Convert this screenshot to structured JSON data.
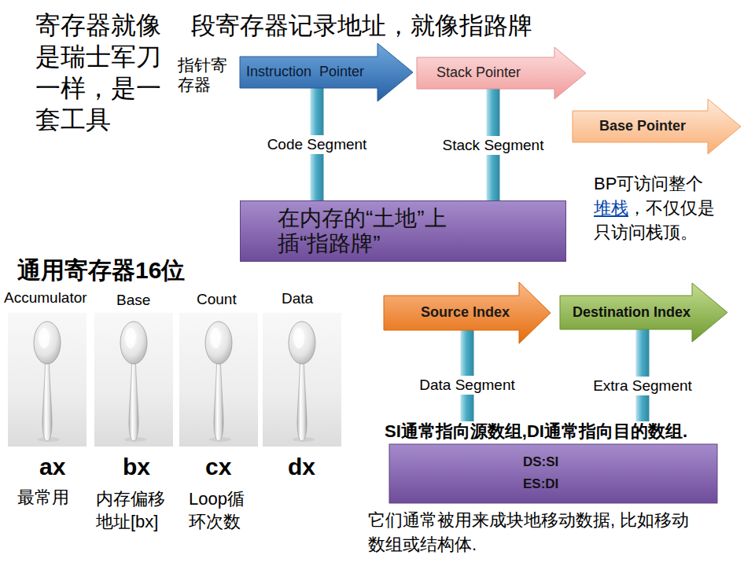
{
  "diagram": {
    "nodes": [
      {
        "text": [
          "Instruction  Pointer"
        ]
      },
      {
        "text": [
          "Stack Pointer"
        ]
      },
      {
        "text": [
          "Base Pointer"
        ]
      },
      {
        "text": [
          "在内存的“土地”上插“指路牌”"
        ]
      },
      {
        "text": [
          "Source Index"
        ]
      },
      {
        "text": [
          "Destination Index"
        ]
      },
      {
        "text": [
          "SI通常指向源数组,DI通常指向目的数组.",
          "DS:SI",
          "ES:DI"
        ]
      }
    ],
    "edges": [
      {
        "from": 0,
        "to": 3,
        "arrow": "none",
        "label": "Code Segment"
      },
      {
        "from": 1,
        "to": 3,
        "arrow": "none",
        "label": "Stack Segment"
      },
      {
        "from": 4,
        "to": 6,
        "arrow": "none",
        "label": "Data Segment"
      },
      {
        "from": 5,
        "to": 6,
        "arrow": "none",
        "label": "Extra Segment"
      }
    ],
    "labels": [
      "寄存器就像是瑞士军刀一样，是一套工具",
      "段寄存器记录地址，就像指路牌",
      "指针寄存器",
      "BP可访问整个",
      "堆栈",
      "，不仅仅是只访问栈顶。",
      "通用寄存器16位",
      "Accumulator",
      "Base",
      "Count",
      "Data",
      "ax",
      "bx",
      "cx",
      "dx",
      "最常用",
      "内存偏移地址[bx]",
      "Loop循环次数",
      "它们通常被用来成块地移动数据, 比如移动数组或结构体."
    ]
  }
}
